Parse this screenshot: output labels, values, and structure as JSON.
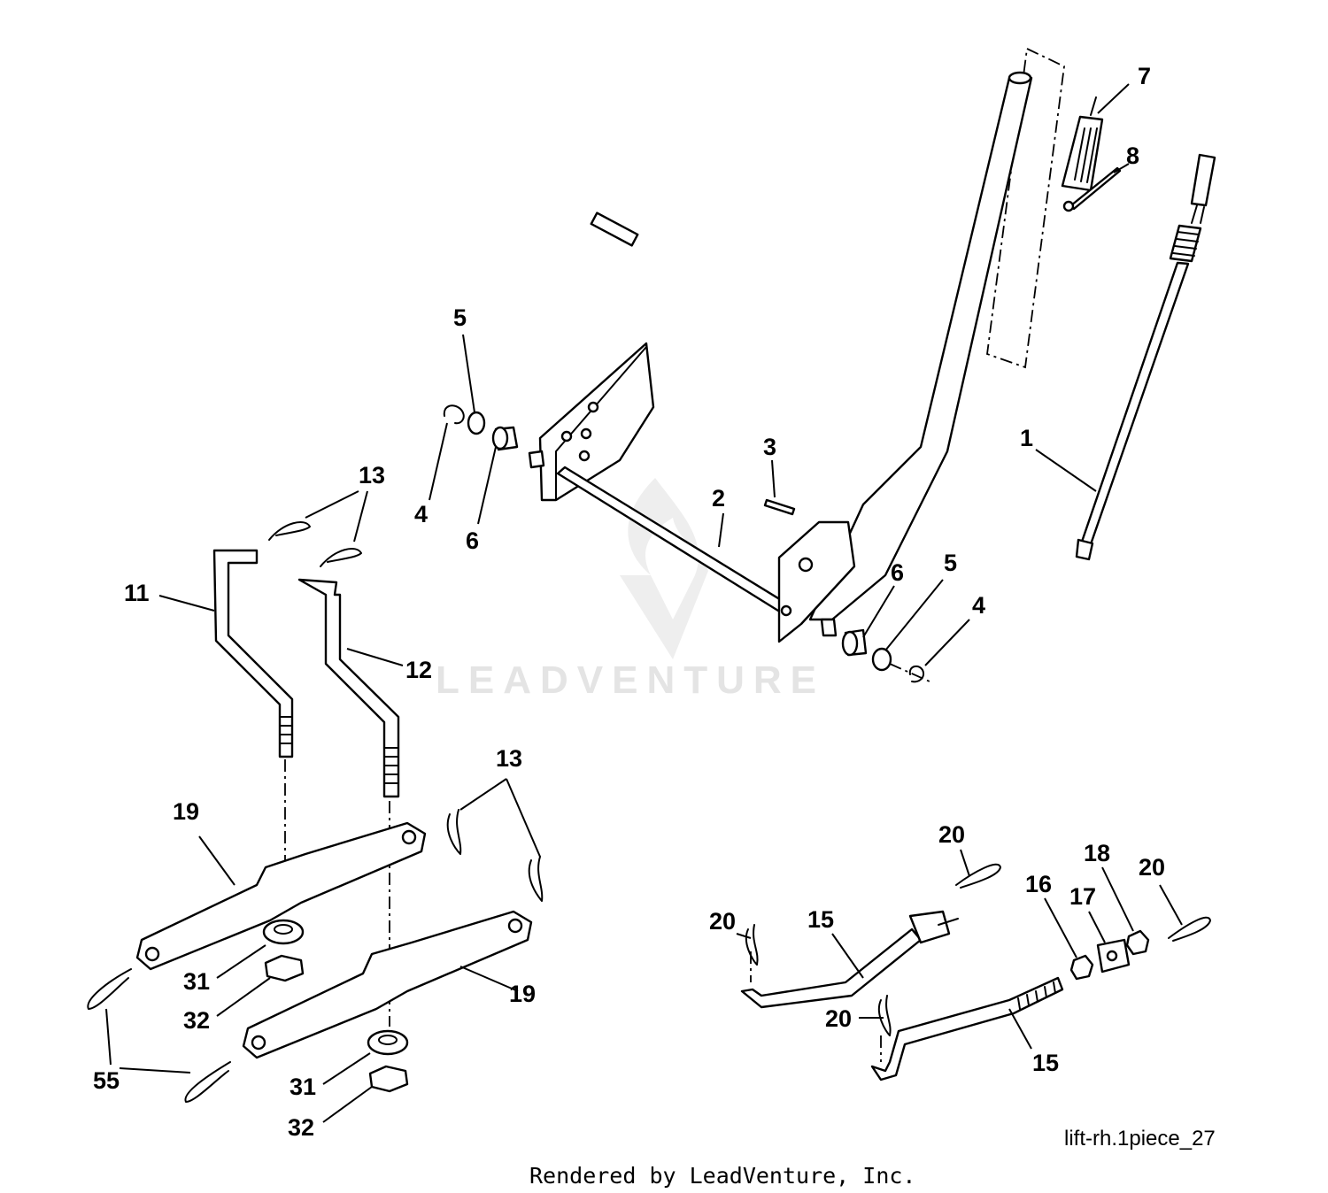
{
  "watermark": {
    "brand": "LEADVENTURE"
  },
  "diagram_code": "lift-rh.1piece_27",
  "footer": {
    "credit": "Rendered by LeadVenture, Inc."
  },
  "callouts": {
    "n1": "1",
    "n2": "2",
    "n3": "3",
    "n4a": "4",
    "n4b": "4",
    "n5a": "5",
    "n5b": "5",
    "n6a": "6",
    "n6b": "6",
    "n7": "7",
    "n8": "8",
    "n11": "11",
    "n12": "12",
    "n13a": "13",
    "n13b": "13",
    "n15a": "15",
    "n15b": "15",
    "n16": "16",
    "n17": "17",
    "n18": "18",
    "n19a": "19",
    "n19b": "19",
    "n20a": "20",
    "n20b": "20",
    "n20c": "20",
    "n20d": "20",
    "n31a": "31",
    "n31b": "31",
    "n32a": "32",
    "n32b": "32",
    "n55": "55"
  }
}
